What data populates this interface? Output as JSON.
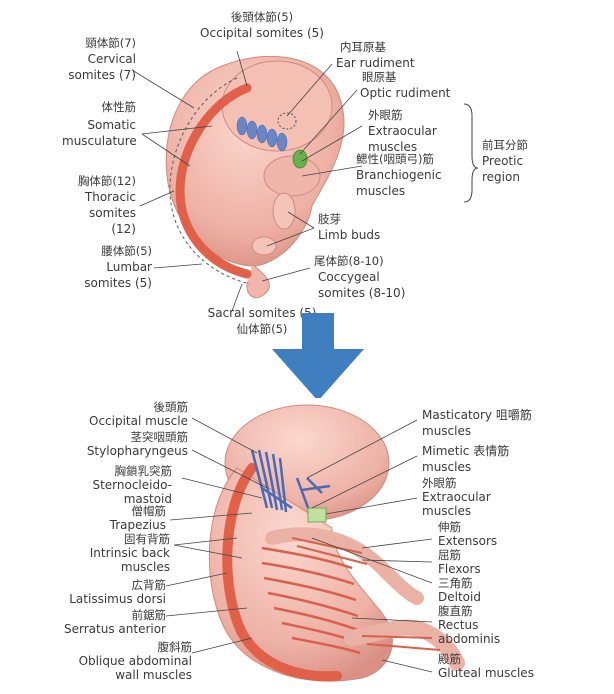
{
  "top": {
    "occipital": {
      "jp": "後頭体節(5)",
      "en": "Occipital somites (5)"
    },
    "cervical": {
      "jp": "頸体節(7)",
      "en1": "Cervical",
      "en2": "somites (7)"
    },
    "somatic": {
      "jp": "体性筋",
      "en1": "Somatic",
      "en2": "musculature"
    },
    "thoracic": {
      "jp": "胸体節(12)",
      "en1": "Thoracic",
      "en2": "somites",
      "en3": "(12)"
    },
    "lumbar": {
      "jp": "腰体節(5)",
      "en1": "Lumbar",
      "en2": "somites (5)"
    },
    "sacral": {
      "en": "Sacral somites (5)",
      "jp": "仙体節(5)"
    },
    "ear": {
      "jp": "内耳原基",
      "en": "Ear rudiment"
    },
    "optic": {
      "jp": "眼原基",
      "en": "Optic rudiment"
    },
    "extraocular": {
      "jp": "外眼筋",
      "en1": "Extraocular",
      "en2": "muscles"
    },
    "branchio": {
      "jp": "鰓性(咽頭弓)筋",
      "en1": "Branchiogenic",
      "en2": "muscles"
    },
    "preotic": {
      "jp": "前耳分節",
      "en1": "Preotic",
      "en2": "region"
    },
    "limb": {
      "jp": "肢芽",
      "en": "Limb buds"
    },
    "coccygeal": {
      "jp": "尾体節(8-10)",
      "en1": "Coccygeal",
      "en2": "somites (8-10)"
    }
  },
  "bottom": {
    "occipital": {
      "jp": "後頭筋",
      "en": "Occipital muscle"
    },
    "stylo": {
      "jp": "茎突咽頭筋",
      "en": "Stylopharyngeus"
    },
    "sterno": {
      "jp": "胸鎖乳突筋",
      "en1": "Sternocleido-",
      "en2": "mastoid"
    },
    "trapezius": {
      "jp": "僧帽筋",
      "en": "Trapezius"
    },
    "intrinsic": {
      "jp": "固有背筋",
      "en1": "Intrinsic back",
      "en2": "muscles"
    },
    "latissimus": {
      "jp": "広背筋",
      "en": "Latissimus dorsi"
    },
    "serratus": {
      "jp": "前鋸筋",
      "en": "Serratus anterior"
    },
    "oblique": {
      "jp": "腹斜筋",
      "en1": "Oblique abdominal",
      "en2": "wall muscles"
    },
    "masticatory": {
      "en1": "Masticatory 咀嚼筋",
      "en2": "muscles"
    },
    "mimetic": {
      "en1": "Mimetic 表情筋",
      "en2": "muscles"
    },
    "extraocular": {
      "jp": "外眼筋",
      "en1": "Extraocular",
      "en2": "muscles"
    },
    "extensors": {
      "jp": "伸筋",
      "en": "Extensors"
    },
    "flexors": {
      "jp": "屈筋",
      "en": "Flexors"
    },
    "deltoid": {
      "jp": "三角筋",
      "en": "Deltoid"
    },
    "rectus": {
      "jp": "腹直筋",
      "en1": "Rectus",
      "en2": "abdominis"
    },
    "gluteal": {
      "jp": "殿筋",
      "en": "Gluteal muscles"
    }
  },
  "colors": {
    "skin": "#f2b8ae",
    "skin_dark": "#e09a8f",
    "muscle": "#e0604a",
    "somite_blue": "#6a86c4",
    "optic_green": "#6ab04c",
    "arrow": "#3f7fbf",
    "text": "#3a3a3a"
  }
}
